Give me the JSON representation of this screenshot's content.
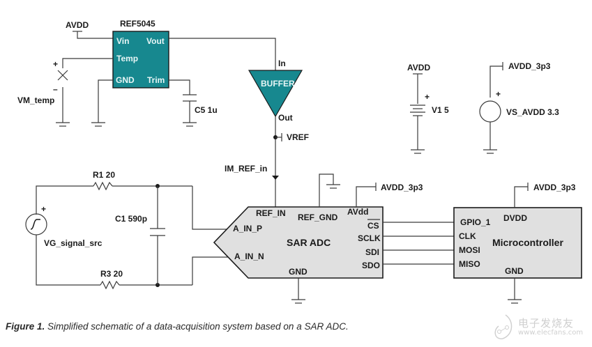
{
  "diagram": {
    "type": "circuit-schematic",
    "colors": {
      "reference_ic": "#17888f",
      "block_fill": "#e0e0e0",
      "wire": "#3a3a3a"
    },
    "ref_ic": {
      "name": "REF5045",
      "pins": {
        "vin": "Vin",
        "vout": "Vout",
        "temp": "Temp",
        "gnd": "GND",
        "trim": "Trim"
      }
    },
    "avdd_label": "AVDD",
    "vm_temp": {
      "label": "VM_temp",
      "plus": "+",
      "minus": "–"
    },
    "c5": {
      "label": "C5 1u"
    },
    "buffer": {
      "name": "BUFFER",
      "in": "In",
      "out": "Out"
    },
    "vref": {
      "label": "VREF"
    },
    "im_ref": {
      "label": "IM_REF_in"
    },
    "v1": {
      "net": "AVDD",
      "label": "V1 5",
      "plus": "+"
    },
    "vs_avdd": {
      "net": "AVDD_3p3",
      "label": "VS_AVDD 3.3",
      "plus": "+"
    },
    "signal_src": {
      "label": "VG_signal_src",
      "plus": "+"
    },
    "r1": {
      "label": "R1 20"
    },
    "r3": {
      "label": "R3 20"
    },
    "c1": {
      "label": "C1 590p"
    },
    "adc": {
      "name": "SAR ADC",
      "pins": {
        "ref_in": "REF_IN",
        "ref_gnd": "REF_GND",
        "avdd": "AVdd",
        "a_in_p": "A_IN_P",
        "a_in_n": "A_IN_N",
        "cs": "CS",
        "sclk": "SCLK",
        "sdi": "SDI",
        "sdo": "SDO",
        "gnd": "GND"
      },
      "supply_net": "AVDD_3p3"
    },
    "mcu": {
      "name": "Microcontroller",
      "pins": {
        "gpio1": "GPIO_1",
        "clk": "CLK",
        "mosi": "MOSI",
        "miso": "MISO",
        "dvdd": "DVDD",
        "gnd": "GND"
      },
      "supply_net": "AVDD_3p3"
    }
  },
  "caption": {
    "figure_label": "Figure 1.",
    "text": " Simplified schematic of a data-acquisition system based on a SAR ADC."
  },
  "watermark": {
    "chinese": "电子发烧友",
    "url": "www.elecfans.com"
  }
}
